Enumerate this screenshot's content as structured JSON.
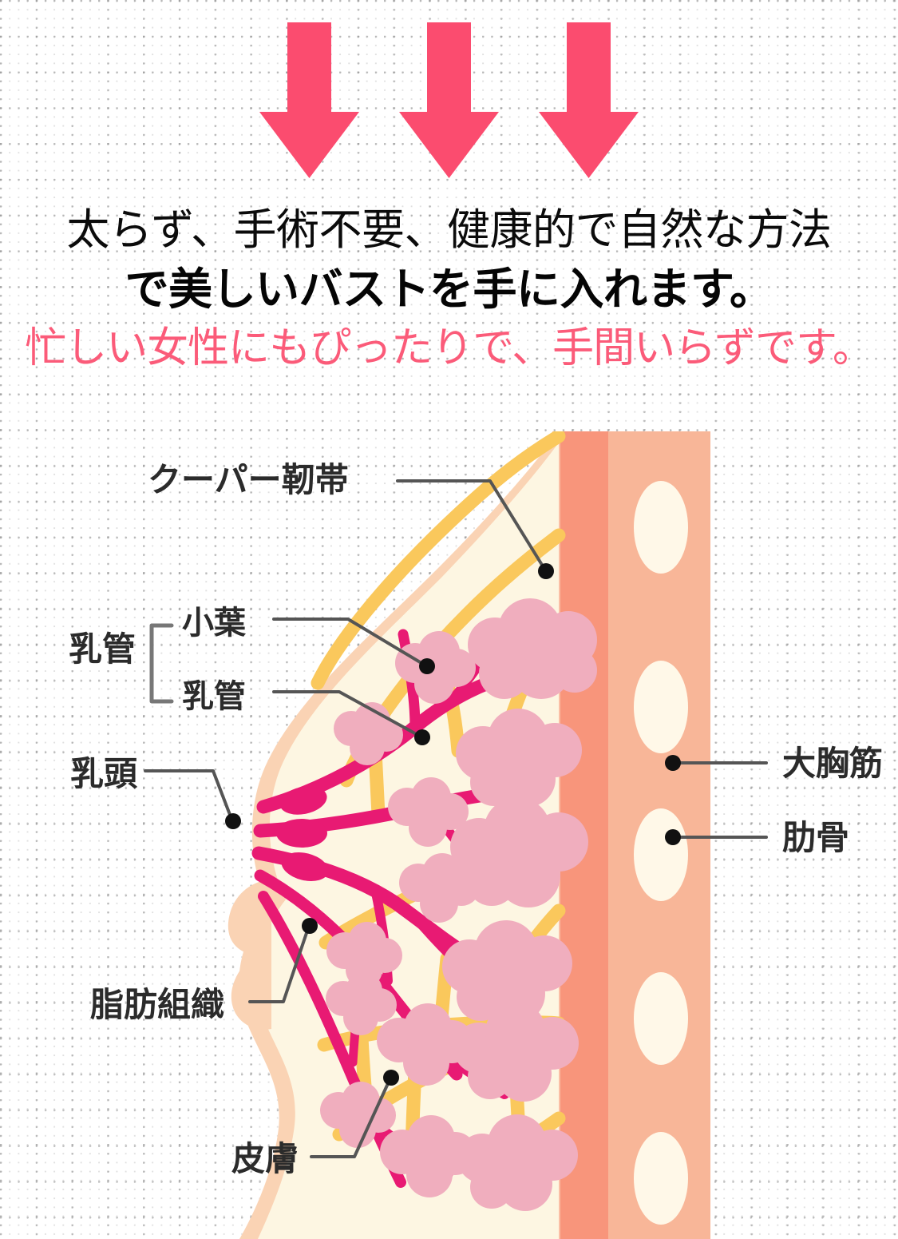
{
  "background": {
    "style": "dotted-graph-paper",
    "color": "#ffffff",
    "dot_color": "#9a9a9a"
  },
  "arrows": {
    "icon": "arrow-down-icon",
    "count": 3,
    "color": "#FB4C6F"
  },
  "headline": {
    "line1": "太らず、手術不要、健康的で自然な方法",
    "line2": "で美しいバストを手に入れます。",
    "line3": "忙しい女性にもぴったりで、手間いらずです。",
    "line1_color": "#0b0b0b",
    "line2_color": "#050505",
    "line3_color": "#FB5B79",
    "highlight_color": "#DCF224"
  },
  "diagram": {
    "title": "breast-anatomy-cross-section",
    "colors": {
      "skin": "#FAD3B4",
      "fat": "#FDF6E2",
      "ligament": "#FAC85C",
      "lobule": "#F0AEBE",
      "duct": "#E81A73",
      "pectoral_muscle": "#F8957B",
      "chest_wall": "#F8B698",
      "rib": "#FFF8E8",
      "leader_line": "#555555",
      "leader_dot": "#111111",
      "label_text": "#2b2b2b"
    },
    "labels": [
      {
        "id": "coopers-ligament",
        "text": "クーパー靭帯",
        "side": "left"
      },
      {
        "id": "mammary-duct-group",
        "text": "乳管",
        "side": "left",
        "is_bracket_group": true
      },
      {
        "id": "lobule",
        "text": "小葉",
        "side": "left"
      },
      {
        "id": "duct",
        "text": "乳管",
        "side": "left"
      },
      {
        "id": "nipple",
        "text": "乳頭",
        "side": "left"
      },
      {
        "id": "fat-tissue",
        "text": "脂肪組織",
        "side": "left"
      },
      {
        "id": "skin",
        "text": "皮膚",
        "side": "left"
      },
      {
        "id": "pectoralis-major",
        "text": "大胸筋",
        "side": "right"
      },
      {
        "id": "rib",
        "text": "肋骨",
        "side": "right"
      }
    ]
  }
}
